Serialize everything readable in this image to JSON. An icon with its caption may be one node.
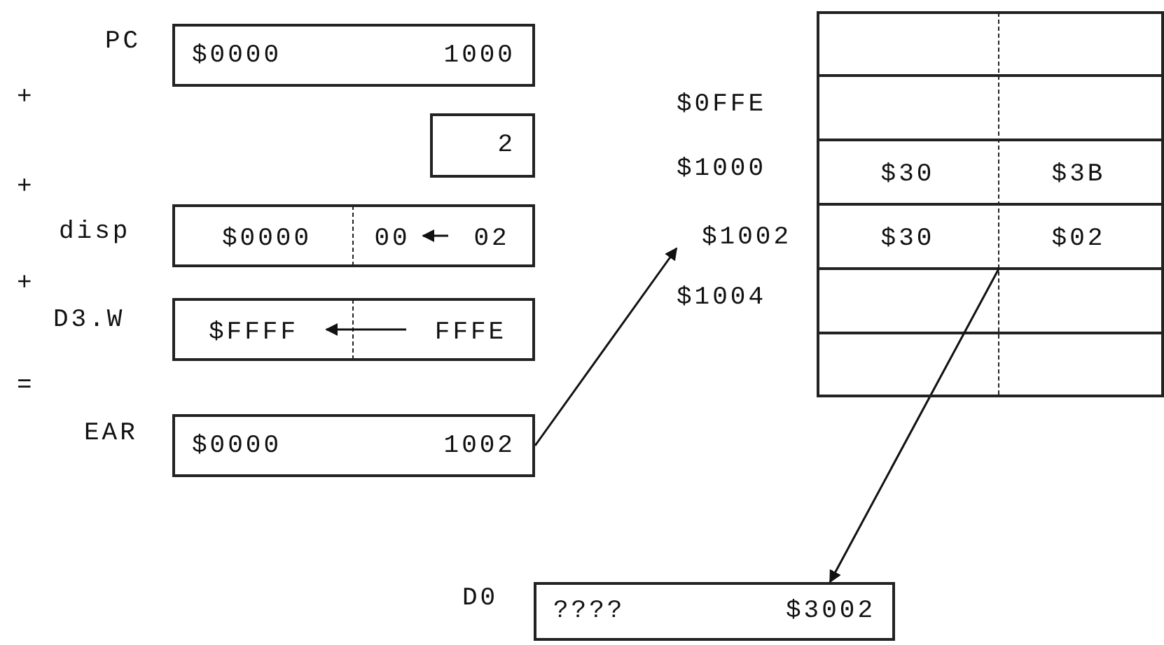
{
  "diagram": {
    "nodes": [
      {
        "text": [
          "$0000",
          "1000"
        ],
        "beside": [
          "PC"
        ]
      },
      {
        "text": [
          "2"
        ]
      },
      {
        "text": [],
        "shape": "box",
        "beside": [
          "disp"
        ]
      },
      {
        "text": [
          "$0000"
        ],
        "in": 2
      },
      {
        "text": [
          "00"
        ],
        "in": 2
      },
      {
        "text": [
          "02"
        ],
        "in": 2
      },
      {
        "text": [],
        "shape": "box",
        "beside": [
          "D3.W"
        ]
      },
      {
        "text": [
          "$FFFF"
        ],
        "in": 6
      },
      {
        "text": [
          "FFFE"
        ],
        "in": 6
      },
      {
        "text": [
          "$0000",
          "1002"
        ],
        "beside": [
          "EAR"
        ]
      },
      {
        "text": [
          "$1002"
        ]
      },
      {
        "text": [],
        "shape": "box"
      },
      {
        "text": [
          "$30",
          "$3B"
        ],
        "in": 11
      },
      {
        "text": [
          "$30",
          "$02"
        ],
        "in": 11
      },
      {
        "text": [
          "????",
          "$3002"
        ],
        "beside": [
          "D0"
        ]
      }
    ],
    "edges": [
      {
        "from": 5,
        "to": 4,
        "arrow": "to"
      },
      {
        "from": 8,
        "to": 7,
        "arrow": "to"
      },
      {
        "from": 9,
        "to": 10,
        "arrow": "to"
      },
      {
        "from": 13,
        "to": 14,
        "arrow": "to"
      }
    ],
    "labels": [
      "+",
      "+",
      "+",
      "=",
      "$0FFE",
      "$1000",
      "$1004"
    ]
  }
}
